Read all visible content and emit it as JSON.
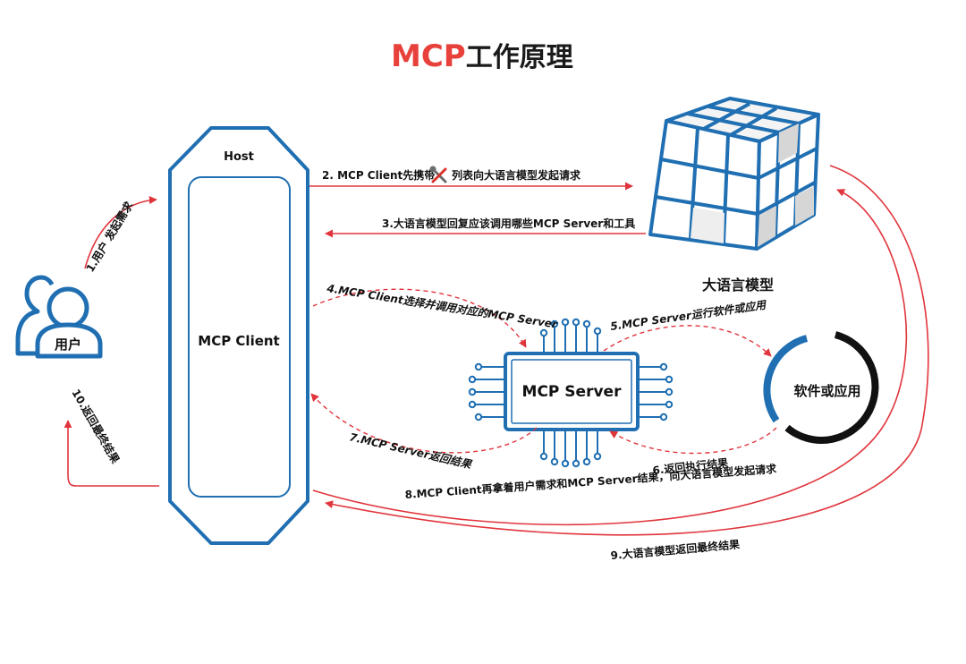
{
  "title": {
    "prefix": "MCP",
    "main": "工作原理"
  },
  "nodes": {
    "user": "用户",
    "host": "Host",
    "client": "MCP Client",
    "server": "MCP Server",
    "llm": "大语言模型",
    "app": "软件或应用"
  },
  "steps": {
    "s1": "1.用户 发起需求",
    "s2_part1": "2. MCP Client先携带",
    "s2_part2": "列表向大语言模型发起请求",
    "s3": "3.大语言模型回复应该调用哪些MCP Server和工具",
    "s4": "4.MCP Client选择并调用对应的MCP Server",
    "s5": "5.MCP Server运行软件或应用",
    "s6": "6.返回执行结果",
    "s7": "7.MCP Server返回结果",
    "s8": "8.MCP Client再拿着用户需求和MCP Server结果，向大语言模型发起请求",
    "s9": "9.大语言模型返回最终结果",
    "s10": "10.返回最终结果"
  },
  "icons": {
    "user": "users-icon",
    "tools": "wrench-screwdriver-icon",
    "llm": "cube-icon",
    "server": "chip-icon",
    "app": "ring-icon"
  },
  "colors": {
    "accent": "#e8413c",
    "arrow": "#e0353c",
    "primary": "#1f6fb2",
    "text": "#111111"
  }
}
